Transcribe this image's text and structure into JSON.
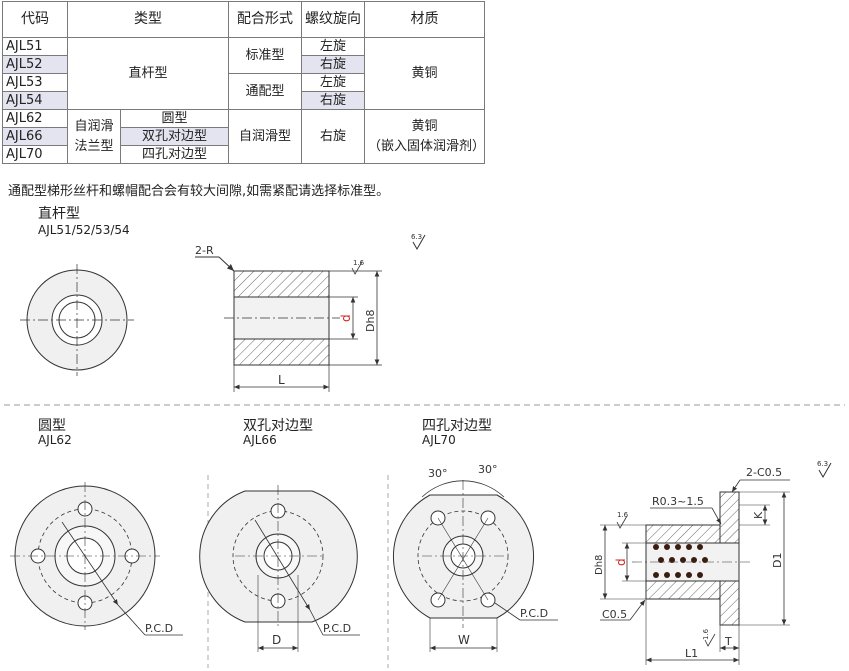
{
  "table": {
    "headers": [
      "代码",
      "类型",
      "配合形式",
      "螺纹旋向",
      "材质"
    ],
    "codes": [
      "AJL51",
      "AJL52",
      "AJL53",
      "AJL54",
      "AJL62",
      "AJL66",
      "AJL70"
    ],
    "type_straight": "直杆型",
    "type_flange": "自润滑法兰型",
    "flange_subtypes": [
      "圆型",
      "双孔对边型",
      "四孔对边型"
    ],
    "fit_standard": "标准型",
    "fit_general": "通配型",
    "fit_self_lube": "自润滑型",
    "hand": [
      "左旋",
      "右旋",
      "左旋",
      "右旋"
    ],
    "hand_flange": "右旋",
    "material_brass": "黄铜",
    "material_flange_line1": "黄铜",
    "material_flange_line2": "（嵌入固体润滑剂）"
  },
  "note": "通配型梯形丝杆和螺帽配合会有较大间隙,如需紧配请选择标准型。",
  "sections": {
    "straight_title": "直杆型",
    "straight_codes": "AJL51/52/53/54",
    "round_title": "圆型",
    "round_code": "AJL62",
    "twohole_title": "双孔对边型",
    "twohole_code": "AJL66",
    "fourhole_title": "四孔对边型",
    "fourhole_code": "AJL70"
  },
  "dims": {
    "r_label": "2-R",
    "roughness_fine": "1.6",
    "roughness_general": "6.3",
    "d": "d",
    "dh8": "Dh8",
    "L": "L",
    "pcd": "P.C.D",
    "D": "D",
    "W": "W",
    "angle": "30°",
    "chamfer_2c": "2-C0.5",
    "fillet": "R0.3~1.5",
    "c05": "C0.5",
    "K": "K",
    "T": "T",
    "D1": "D1",
    "L1": "L1"
  },
  "colors": {
    "highlight_row": "#e4e4f1",
    "dimension_red": "#d6201a",
    "line": "#333333"
  }
}
